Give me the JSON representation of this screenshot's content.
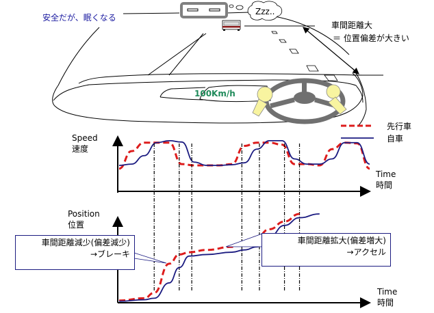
{
  "scene": {
    "sleepy_caption": "安全だが、眠くなる",
    "dream_text": "Zzz..",
    "speedometer": "100Km/h",
    "gap_label_line1": "車間距離大",
    "gap_label_line2": "＝ 位置偏差が大きい"
  },
  "legend": {
    "items": [
      {
        "label": "先行車",
        "style": "dashed",
        "color": "#dd1c1c"
      },
      {
        "label": "自車",
        "style": "solid",
        "color": "#1a1a80"
      }
    ]
  },
  "speed_chart": {
    "ylabel_en": "Speed",
    "ylabel_ja": "速度",
    "xlabel_en": "Time",
    "xlabel_ja": "時間"
  },
  "position_chart": {
    "ylabel_en": "Position",
    "ylabel_ja": "位置",
    "xlabel_en": "Time",
    "xlabel_ja": "時間"
  },
  "callouts": {
    "brake_line1": "車間距離減少(偏差減少)",
    "brake_line2": "→ブレーキ",
    "accel_line1": "車間距離拡大(偏差増大)",
    "accel_line2": "→アクセル"
  },
  "chart_data": [
    {
      "type": "line",
      "title": "Speed vs Time",
      "xlabel": "Time 時間",
      "ylabel": "Speed 速度",
      "x": [
        0,
        5,
        10,
        15,
        20,
        25,
        30,
        35,
        40,
        45,
        50,
        55,
        60,
        65,
        70,
        75,
        80,
        85,
        90,
        95,
        100
      ],
      "series": [
        {
          "name": "先行車",
          "style": "dashed",
          "values": [
            0.35,
            0.62,
            0.75,
            0.75,
            0.75,
            0.42,
            0.4,
            0.4,
            0.4,
            0.42,
            0.7,
            0.75,
            0.75,
            0.72,
            0.42,
            0.42,
            0.4,
            0.65,
            0.75,
            0.74,
            0.35
          ]
        },
        {
          "name": "自車",
          "style": "solid",
          "values": [
            0.4,
            0.42,
            0.55,
            0.75,
            0.78,
            0.76,
            0.45,
            0.4,
            0.4,
            0.41,
            0.44,
            0.65,
            0.78,
            0.78,
            0.5,
            0.42,
            0.42,
            0.5,
            0.75,
            0.75,
            0.42
          ]
        }
      ],
      "event_markers_x": [
        14,
        24,
        29,
        49,
        56,
        66,
        72
      ]
    },
    {
      "type": "line",
      "title": "Position vs Time",
      "xlabel": "Time 時間",
      "ylabel": "Position 位置",
      "x": [
        0,
        10,
        14,
        20,
        24,
        28,
        35,
        45,
        50,
        55,
        60,
        66,
        72,
        80
      ],
      "series": [
        {
          "name": "先行車",
          "style": "dashed",
          "values": [
            0.02,
            0.05,
            0.12,
            0.5,
            0.62,
            0.65,
            0.68,
            0.72,
            0.77,
            0.85,
            0.95,
            1.05,
            1.15,
            null
          ]
        },
        {
          "name": "自車",
          "style": "solid",
          "values": [
            0.01,
            0.03,
            0.05,
            0.25,
            0.45,
            0.6,
            0.62,
            0.65,
            0.68,
            0.72,
            0.85,
            1.0,
            1.1,
            1.15
          ]
        }
      ]
    }
  ]
}
